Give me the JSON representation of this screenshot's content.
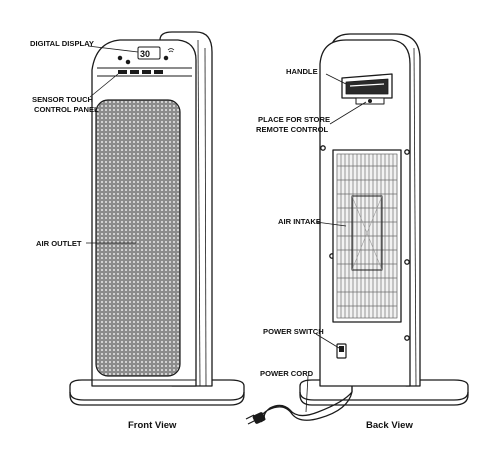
{
  "front": {
    "caption": "Front View",
    "display_value": "30",
    "labels": {
      "digital_display": "DIGITAL DISPLAY",
      "sensor_touch_1": "SENSOR TOUCH",
      "sensor_touch_2": "CONTROL PANEL",
      "air_outlet": "AIR OUTLET"
    }
  },
  "back": {
    "caption": "Back View",
    "labels": {
      "handle": "HANDLE",
      "store_remote_1": "PLACE FOR STORE",
      "store_remote_2": "REMOTE CONTROL",
      "air_intake": "AIR INTAKE",
      "power_switch": "POWER SWITCH",
      "power_cord": "POWER CORD"
    }
  },
  "colors": {
    "line": "#1a1a1a",
    "grille": "#6e6e6e"
  }
}
